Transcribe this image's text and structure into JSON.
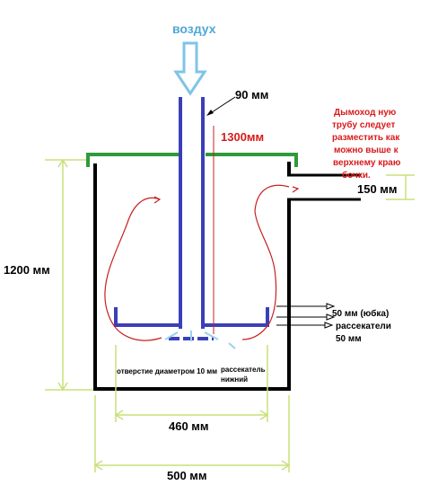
{
  "labels": {
    "air": "воздух",
    "pipe_diameter": "90 мм",
    "pipe_height": "1300мм",
    "note_line1": "Дымоход ную",
    "note_line2": "трубу следует",
    "note_line3": "разместить как",
    "note_line4": "можно выше к",
    "note_line5": "верхнему краю",
    "note_line6": "бочки.",
    "chimney": "150 мм",
    "barrel_height": "1200 мм",
    "skirt": "50 мм (юбка)",
    "dividers_line1": "рассекатели",
    "dividers_line2": "50 мм",
    "hole": "отверстие диаметром 10 мм",
    "lower_divider_line1": "рассекатель",
    "lower_divider_line2": "нижний",
    "inner_width": "460 мм",
    "outer_width": "500 мм"
  },
  "colors": {
    "barrel": "#000000",
    "lid": "#2e9a3a",
    "pipe": "#3b3fb8",
    "dimension": "#c8e07a",
    "flow": "#c62020",
    "note": "#d81b1b",
    "air": "#4fa8d6"
  }
}
